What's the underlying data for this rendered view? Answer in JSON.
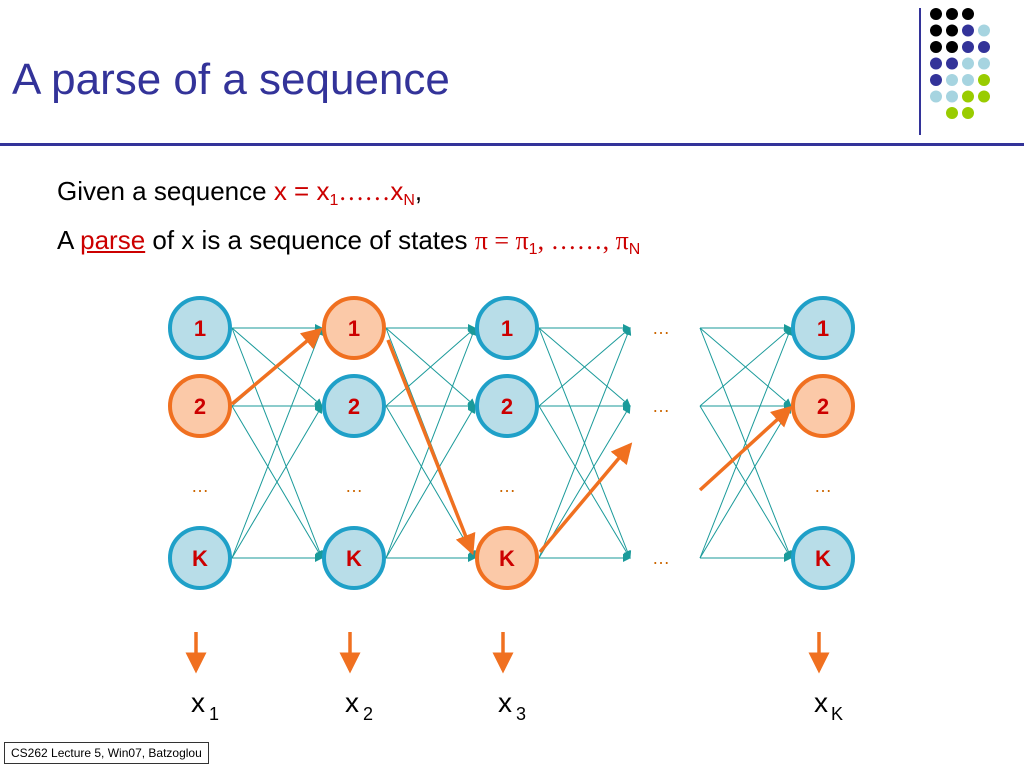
{
  "slide": {
    "title": "A parse of a sequence",
    "line1": {
      "lead": "Given a sequence ",
      "x": "x",
      "eq": " = ",
      "x1": "x",
      "x1sub": "1",
      "dots": "……",
      "xN": "x",
      "xNsub": "N",
      "trail": ","
    },
    "line2": {
      "lead": "A ",
      "parse": "parse",
      "mid": " of x is a sequence of states ",
      "pi": "π",
      "eq": " = ",
      "pi1": "π",
      "pi1sub": "1",
      "sep": ", ……, ",
      "piN": "π",
      "piNsub": "N"
    },
    "footer": "CS262 Lecture 5, Win07, Batzoglou"
  },
  "diagram": {
    "columns": [
      {
        "states": [
          "1",
          "2",
          "…",
          "K"
        ],
        "path_state": "2",
        "emission": "x",
        "emission_sub": "1"
      },
      {
        "states": [
          "1",
          "2",
          "…",
          "K"
        ],
        "path_state": "1",
        "emission": "x",
        "emission_sub": "2"
      },
      {
        "states": [
          "1",
          "2",
          "…",
          "K"
        ],
        "path_state": "K",
        "emission": "x",
        "emission_sub": "3"
      },
      {
        "states": [
          "…",
          "…",
          "",
          "…"
        ],
        "path_state": "",
        "emission": "",
        "emission_sub": ""
      },
      {
        "states": [
          "1",
          "2",
          "…",
          "K"
        ],
        "path_state": "2",
        "emission": "x",
        "emission_sub": "K"
      }
    ],
    "colors": {
      "node_fill": "#b8dde8",
      "node_stroke": "#1fa0c8",
      "path_fill": "#fbc9a8",
      "path_stroke": "#f07020",
      "state_text": "#cc0000",
      "edge": "#1a9a9a",
      "path_arrow": "#f07020",
      "ellipsis": "#cc6600"
    }
  },
  "decoration": {
    "dot_colors": [
      "#000000",
      "#333399",
      "#a6d4e0",
      "#99cc00"
    ]
  }
}
